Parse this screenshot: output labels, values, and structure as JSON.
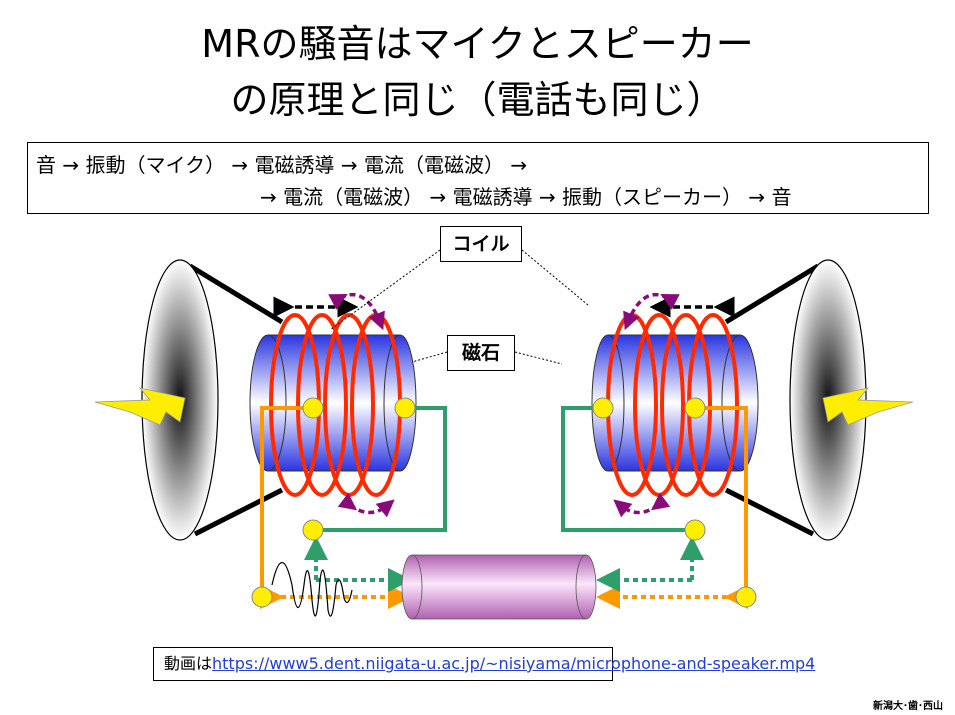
{
  "title": {
    "line1": "MRの騒音はマイクとスピーカー",
    "line2": "の原理と同じ（電話も同じ）"
  },
  "flow": {
    "line1": "音 → 振動（マイク） → 電磁誘導 → 電流（電磁波） →",
    "line2": "→ 電流（電磁波） → 電磁誘導 → 振動（スピーカー） → 音"
  },
  "labels": {
    "coil": "コイル",
    "magnet": "磁石"
  },
  "video": {
    "prefix": "動画は",
    "url": "https://www5.dent.niigata-u.ac.jp/~nisiyama/microphone-and-speaker.mp4"
  },
  "credit": "新潟大･歯･西山",
  "colors": {
    "coil": "#ff2a00",
    "magnet": "#2f3fe0",
    "wire_orange": "#ff9900",
    "wire_green": "#2e9e6a",
    "node": "#ffee00",
    "arrow_purple": "#8b0a7a",
    "cable": "#d58cd0"
  }
}
